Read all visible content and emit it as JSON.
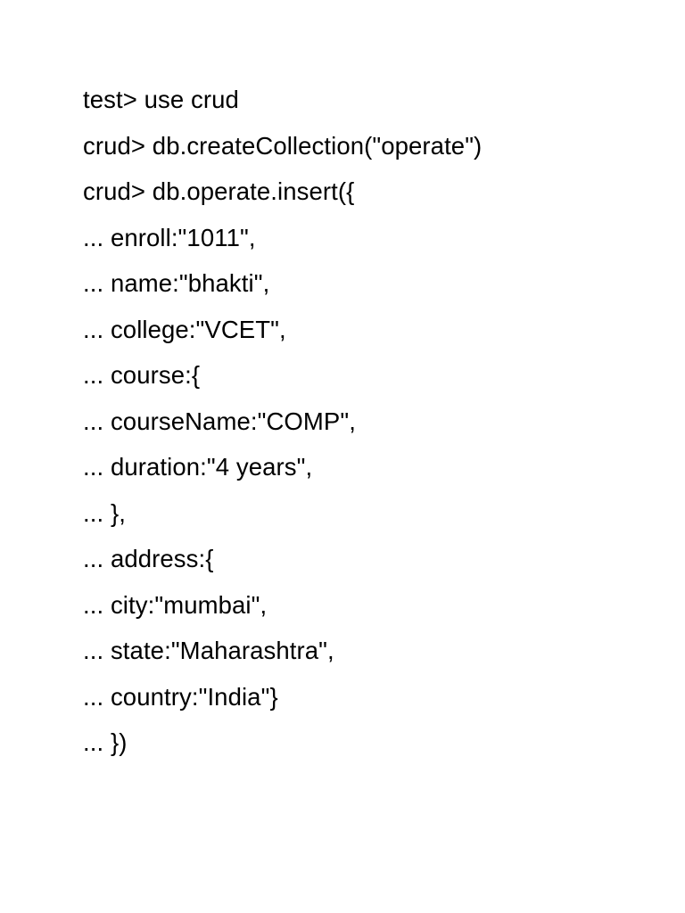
{
  "document": {
    "lines": [
      "test> use crud",
      "crud> db.createCollection(\"operate\")",
      "crud> db.operate.insert({",
      "... enroll:\"1011\",",
      "... name:\"bhakti\",",
      "... college:\"VCET\",",
      "... course:{",
      "... courseName:\"COMP\",",
      "... duration:\"4 years\",",
      "... },",
      "... address:{",
      "... city:\"mumbai\",",
      "... state:\"Maharashtra\",",
      "... country:\"India\"}",
      "... })"
    ]
  }
}
